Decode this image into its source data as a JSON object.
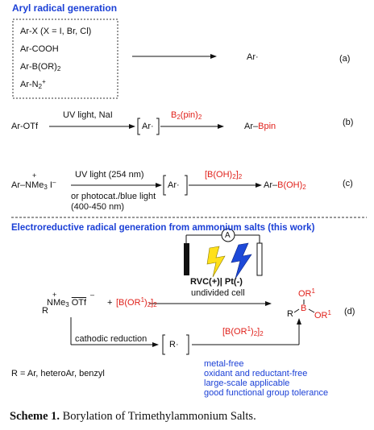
{
  "section1": {
    "title": "Aryl radical generation",
    "reagents": [
      "Ar-X (X = I, Br, Cl)",
      "Ar-COOH",
      "Ar-B(OR)",
      "Ar-N"
    ],
    "reagent_sub_b": "2",
    "reagent_sub_n": "2",
    "reagent_sup_n": "+",
    "product_a": "Ar·",
    "label_a": "(a)"
  },
  "rowB": {
    "start": "Ar-OTf",
    "cond": "UV light, NaI",
    "radical": "Ar·",
    "reagent_pre": "B",
    "reagent_sub": "2",
    "reagent_mid": "(pin)",
    "reagent_sub2": "2",
    "product_pre": "Ar–",
    "product_red": "Bpin",
    "label": "(b)"
  },
  "rowC": {
    "start_pre": "Ar–",
    "plus": "+",
    "nme": "NMe",
    "nme_sub": "3",
    "iodide": "I",
    "minus": "–",
    "cond1": "UV light (254 nm)",
    "cond2": "or photocat./blue light",
    "cond3": "(400-450 nm)",
    "radical": "Ar·",
    "reagent": "[B(OH)",
    "reagent_sub": "2",
    "reagent_end": "]",
    "reagent_sub2": "2",
    "product_pre": "Ar–",
    "product_red": "B(OH)",
    "product_sub": "2",
    "label": "(c)"
  },
  "section2": {
    "title": "Electroreductive radical generation from ammonium salts (this work)",
    "ammeter": "A",
    "electrodes": "RVC(+)| Pt(-)",
    "cell": "undivided cell",
    "sub_plus": "+",
    "sub_nme": "NMe",
    "sub_nme_sub": "3",
    "sub_otf": "OTf",
    "sub_otf_minus": "–",
    "sub_r": "R",
    "plus_sign": "+",
    "reagent": "[B(OR",
    "reagent_sup": "1",
    "reagent_end": ")",
    "reagent_sub": "2",
    "reagent_end2": "]",
    "reagent_sub2": "2",
    "prod_or_top": "OR",
    "prod_or_top_sup": "1",
    "prod_r": "R",
    "prod_b": "B",
    "prod_or_right": "OR",
    "prod_or_right_sup": "1",
    "label": "(d)",
    "cathodic": "cathodic reduction",
    "radical": "R·",
    "lower_reagent": "[B(OR",
    "lower_sup": "1",
    "lower_end": ")",
    "lower_sub": "2",
    "lower_end2": "]",
    "lower_sub2": "2",
    "r_def": "R = Ar, heteroAr, benzyl",
    "features": [
      "metal-free",
      "oxidant and reductant-free",
      "large-scale applicable",
      "good functional group tolerance"
    ]
  },
  "caption": {
    "label": "Scheme 1.",
    "text": " Borylation of Trimethylammonium Salts."
  }
}
